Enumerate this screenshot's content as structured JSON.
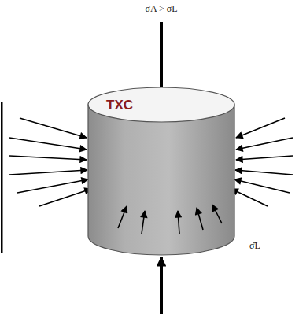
{
  "diagram": {
    "nodes": [
      {
        "text": [
          "TXC"
        ]
      }
    ],
    "labels": [
      "σ̄A > σ̄L",
      "σ̄L"
    ]
  }
}
